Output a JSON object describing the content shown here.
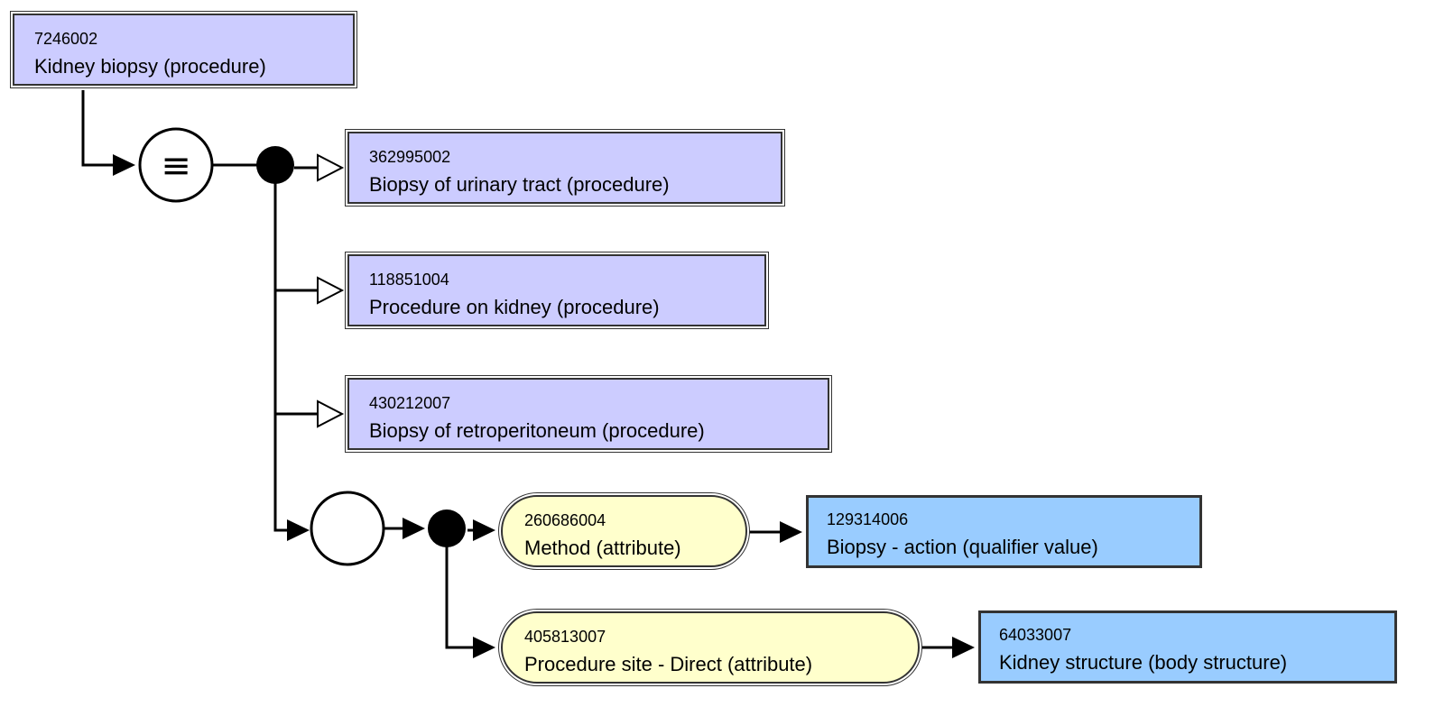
{
  "diagram": {
    "focus_concept": {
      "id": "7246002",
      "term": "Kidney biopsy (procedure)"
    },
    "definition_status_symbol": "≡",
    "parents": [
      {
        "id": "362995002",
        "term": "Biopsy of urinary tract (procedure)"
      },
      {
        "id": "118851004",
        "term": "Procedure on kidney (procedure)"
      },
      {
        "id": "430212007",
        "term": "Biopsy of retroperitoneum (procedure)"
      }
    ],
    "attributes": [
      {
        "attribute": {
          "id": "260686004",
          "term": "Method (attribute)"
        },
        "value": {
          "id": "129314006",
          "term": "Biopsy - action (qualifier value)"
        }
      },
      {
        "attribute": {
          "id": "405813007",
          "term": "Procedure site - Direct (attribute)"
        },
        "value": {
          "id": "64033007",
          "term": "Kidney structure (body structure)"
        }
      }
    ],
    "colors": {
      "concept_fill": "#ccccff",
      "attribute_fill": "#ffffcc",
      "value_fill": "#99ccff",
      "line": "#000000"
    }
  }
}
